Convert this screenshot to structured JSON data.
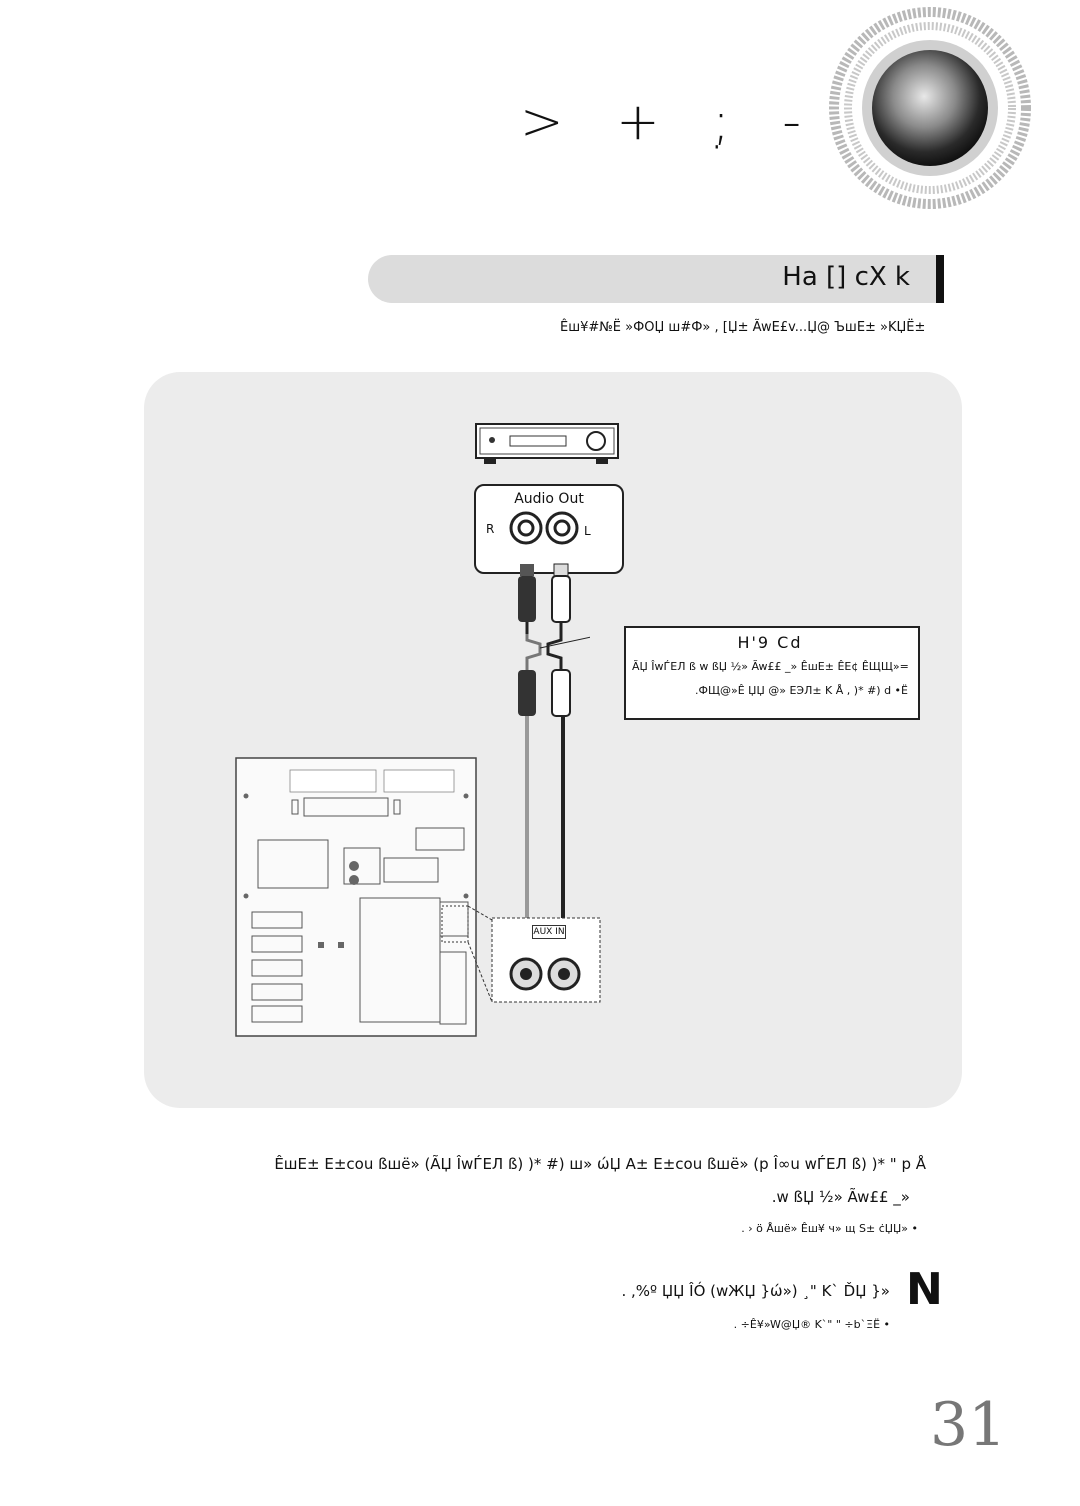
{
  "header": {
    "title": "> + ;̣ -",
    "section_title": "Hа [] cX k",
    "subtitle": "Êш¥#№Ё »ФОЏ ш#Ф» ,   [Џ± ÃwЕ£v...Џ@ ЪшЕ± »KЏЁ±"
  },
  "diagram": {
    "audio_out_label": "Audio Out",
    "right_label": "R",
    "left_label": "L",
    "callout_title": "H'9 Cd",
    "callout_line1": "ÃЏ ÎwЃЕЛ ß w ßЏ ½» Ãw££ _» ÊшЕ± ÊЕ¢ ÊЩЩ»=",
    "callout_line2": ".ФЩ@»Ê ЏЏ @» ЕЭЛ± K Å ,   )* #) d •Ё",
    "aux_in_label": "AUX IN"
  },
  "body": {
    "para1_line1": "ÊшЕ± Е±соu ßшё» (ÃЏ ÎwЃЕЛ ß)   )* #) ш»     ώЏ A± Е±соu ßшё» (p Î∞u wЃЕЛ ß)   )*  \" p Å",
    "para1_line2": ".w ßЏ ½» Ãw££ _»",
    "bullet1": ". › ö Åшё» Êш¥ ч» щ Ѕ± ċЏЏ» •",
    "note_text": ".  ,%º ЏЏ ÎÓ (wЖЏ }ώ»)     ¸\" K` ĎЏ }»",
    "note_icon": "N",
    "bullet2": ". ÷Ê¥»W@Џ® K`\"   \" ÷b`ΞЁ •"
  },
  "footer": {
    "page_number": "31"
  },
  "colors": {
    "bar_gray": "#dcdcdc",
    "panel_gray": "#ececec",
    "ink": "#111111"
  }
}
